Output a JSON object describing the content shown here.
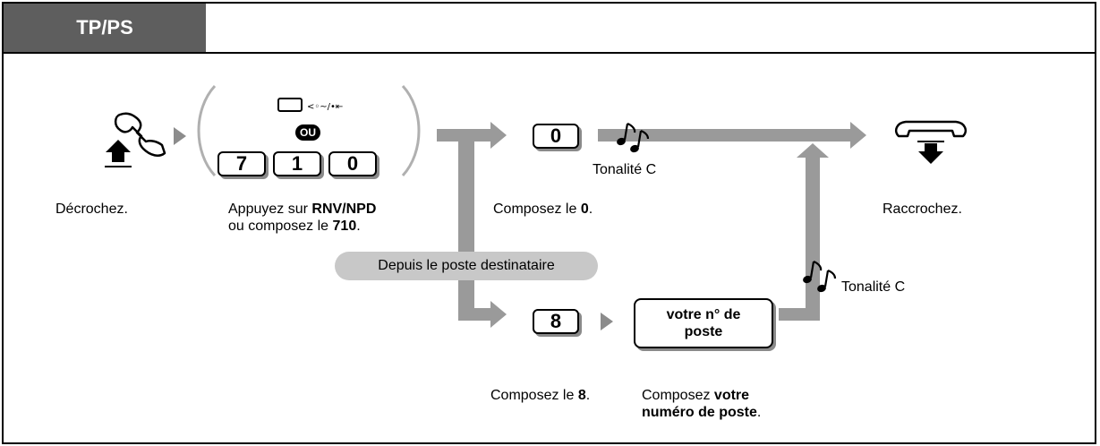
{
  "header": {
    "tab_label": "TP/PS"
  },
  "steps": {
    "offhook": {
      "label": "Décrochez."
    },
    "press": {
      "prefix": "Appuyez sur ",
      "key_name": "RNV/NPD",
      "line2_prefix": "ou composez le ",
      "code": "710",
      "suffix": ".",
      "or_label": "OU",
      "keys": [
        "7",
        "1",
        "0"
      ]
    },
    "dial0": {
      "key": "0",
      "tone": "Tonalité C",
      "prefix": "Composez le ",
      "digit": "0",
      "suffix": "."
    },
    "from_station": "Depuis le poste destinataire",
    "dial8": {
      "key": "8",
      "prefix": "Composez le ",
      "digit": "8",
      "suffix": "."
    },
    "ext": {
      "box_line1": "votre n° de",
      "box_line2": "poste",
      "prefix": "Composez ",
      "bold1": "votre",
      "bold2": "numéro de poste",
      "suffix": ".",
      "tone": "Tonalité C"
    },
    "onhook": {
      "label": "Raccrochez."
    }
  },
  "icons": [
    "handset-offhook-icon",
    "handset-onhook-icon",
    "fwd-button-icon",
    "music-note-icon",
    "arrow-icon"
  ],
  "colors": {
    "tab_bg": "#5e5e5e",
    "flow_gray": "#9a9a9a",
    "pill_bg": "#c8c8c8"
  }
}
